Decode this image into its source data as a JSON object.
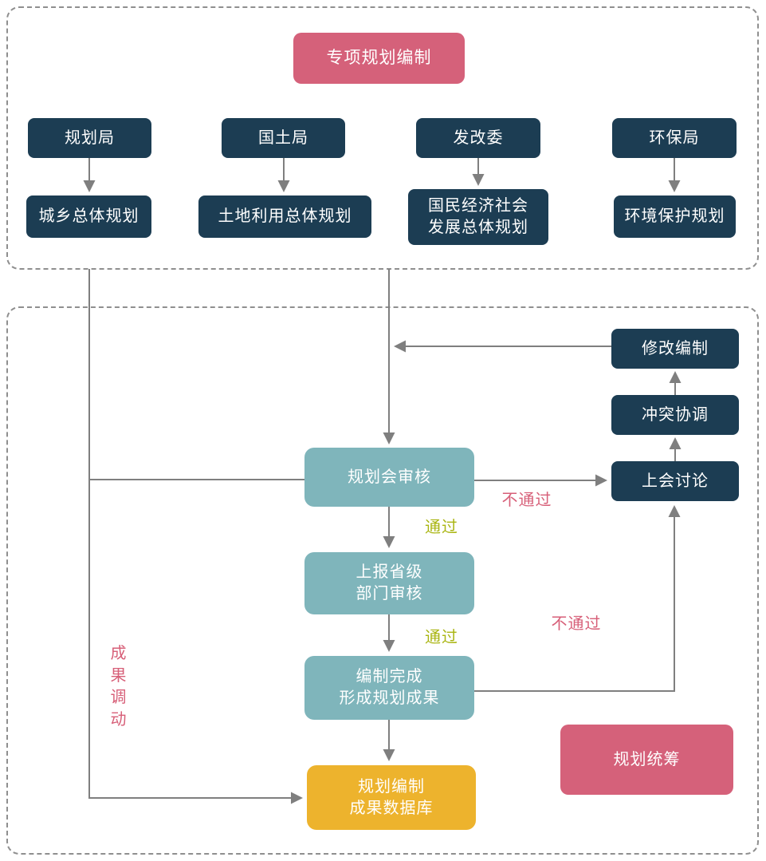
{
  "top": {
    "header": "专项规划编制",
    "columns": [
      {
        "dept": "规划局",
        "plan": "城乡总体规划"
      },
      {
        "dept": "国土局",
        "plan": "土地利用总体规划"
      },
      {
        "dept": "发改委",
        "plan": "国民经济社会\n发展总体规划"
      },
      {
        "dept": "环保局",
        "plan": "环境保护规划"
      }
    ]
  },
  "flow": {
    "review": "规划会审核",
    "report": "上报省级\n部门审核",
    "complete": "编制完成\n形成规划成果",
    "database": "规划编制\n成果数据库",
    "modify": "修改编制",
    "conflict": "冲突协调",
    "discuss": "上会讨论",
    "coordinate": "规划统筹"
  },
  "labels": {
    "pass_review": "通过",
    "pass_report": "通过",
    "fail_review": "不通过",
    "fail_report": "不通过",
    "result_transfer": "成\n果\n调\n动"
  },
  "colors": {
    "navy_box": "#1c3d53",
    "teal_box": "#7fb5bb",
    "pink_box": "#d5617a",
    "yellow_box": "#edb32d",
    "pass_label": "#a9b511",
    "fail_label": "#d75f78",
    "connector_gray": "#7f7f7f",
    "dashed_border_gray": "#8f8f8f"
  }
}
